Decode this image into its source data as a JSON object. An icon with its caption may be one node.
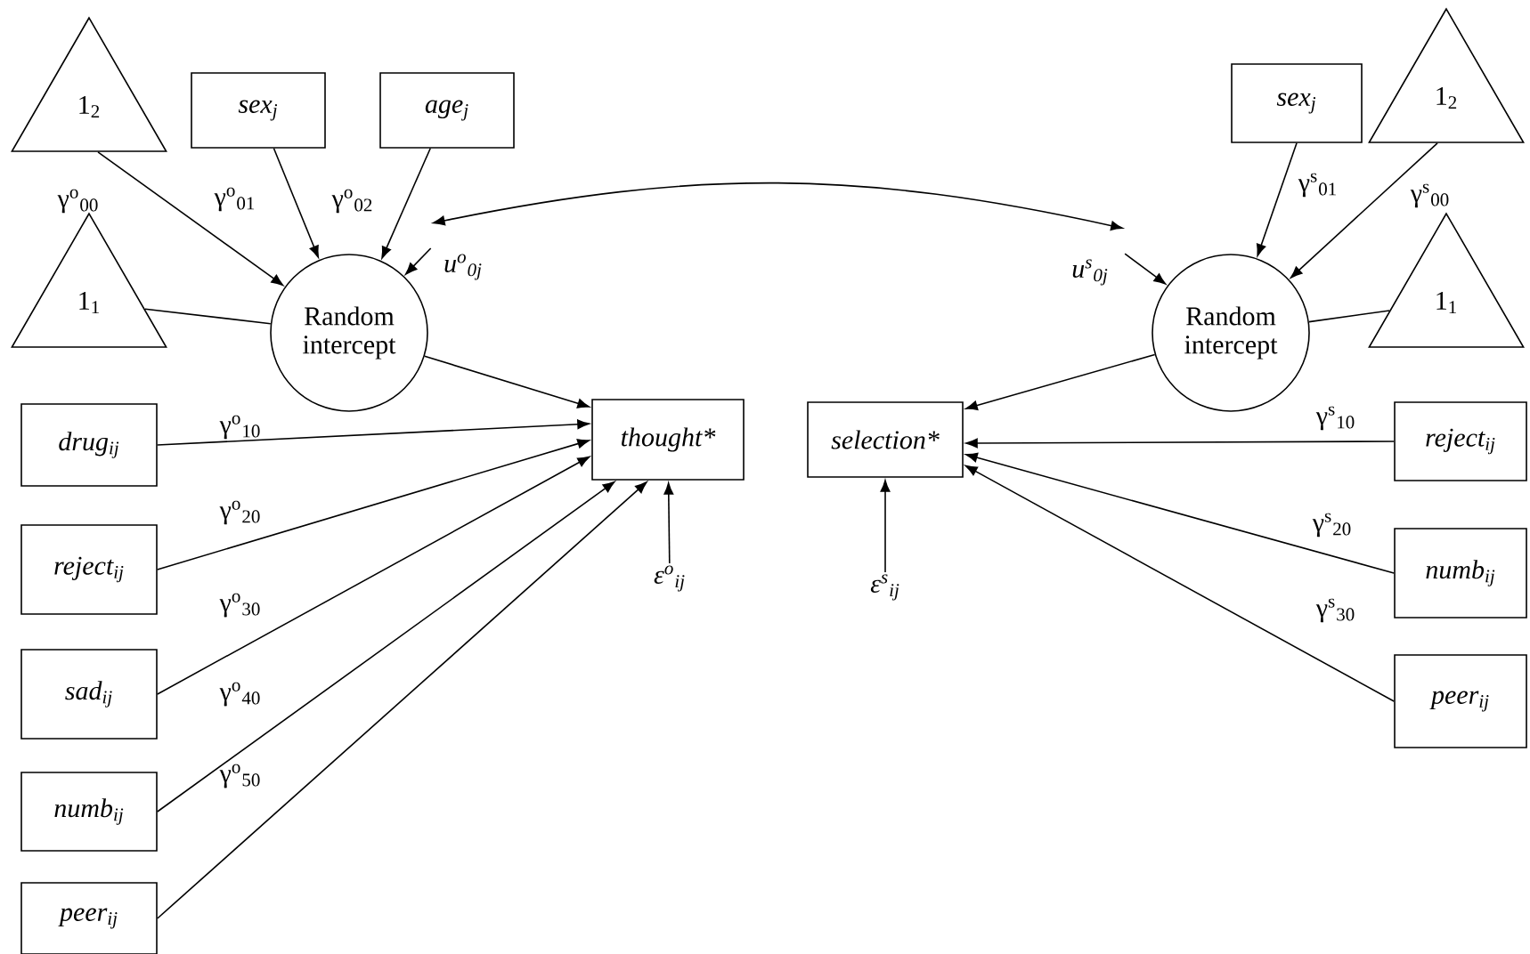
{
  "diagram": {
    "nodes": [
      {
        "text": [
          "1$_{2}$"
        ]
      },
      {
        "text": [
          "sex$_{j}$"
        ]
      },
      {
        "text": [
          "age$_{j}$"
        ]
      },
      {
        "text": [
          "1$_{1}$"
        ]
      },
      {
        "text": [
          "Random intercept"
        ]
      },
      {
        "text": [
          "u$^{o}$$_{0j}$"
        ]
      },
      {
        "text": [
          "thought*"
        ]
      },
      {
        "text": [
          "ε$^{o}$$_{ij}$"
        ]
      },
      {
        "text": [
          "drug$_{ij}$"
        ]
      },
      {
        "text": [
          "reject$_{ij}$"
        ]
      },
      {
        "text": [
          "sad$_{ij}$"
        ]
      },
      {
        "text": [
          "numb$_{ij}$"
        ]
      },
      {
        "text": [
          "peer$_{ij}$"
        ]
      },
      {
        "text": [
          "sex$_{j}$"
        ]
      },
      {
        "text": [
          "1$_{2}$"
        ]
      },
      {
        "text": [
          "1$_{1}$"
        ]
      },
      {
        "text": [
          "Random intercept"
        ]
      },
      {
        "text": [
          "u$^{s}$$_{0j}$"
        ]
      },
      {
        "text": [
          "selection*"
        ]
      },
      {
        "text": [
          "ε$^{s}$$_{ij}$"
        ]
      },
      {
        "text": [
          "reject$_{ij}$"
        ]
      },
      {
        "text": [
          "numb$_{ij}$"
        ]
      },
      {
        "text": [
          "peer$_{ij}$"
        ]
      }
    ],
    "edges": [
      {
        "from": 0,
        "to": 4,
        "arrow": "to",
        "label": "γ$^{o}$$_{00}$"
      },
      {
        "from": 1,
        "to": 4,
        "arrow": "to",
        "label": "γ$^{o}$$_{01}$"
      },
      {
        "from": 2,
        "to": 4,
        "arrow": "to",
        "label": "γ$^{o}$$_{02}$"
      },
      {
        "from": 3,
        "to": 4,
        "arrow": "none"
      },
      {
        "from": 5,
        "to": 4,
        "arrow": "to"
      },
      {
        "from": 4,
        "to": 6,
        "arrow": "to"
      },
      {
        "from": 8,
        "to": 6,
        "arrow": "to",
        "label": "γ$^{o}$$_{10}$"
      },
      {
        "from": 9,
        "to": 6,
        "arrow": "to",
        "label": "γ$^{o}$$_{20}$"
      },
      {
        "from": 10,
        "to": 6,
        "arrow": "to",
        "label": "γ$^{o}$$_{30}$"
      },
      {
        "from": 11,
        "to": 6,
        "arrow": "to",
        "label": "γ$^{o}$$_{40}$"
      },
      {
        "from": 12,
        "to": 6,
        "arrow": "to",
        "label": "γ$^{o}$$_{50}$"
      },
      {
        "from": 7,
        "to": 6,
        "arrow": "to"
      },
      {
        "from": 5,
        "to": 17,
        "arrow": "both"
      },
      {
        "from": 17,
        "to": 16,
        "arrow": "to"
      },
      {
        "from": 13,
        "to": 16,
        "arrow": "to",
        "label": "γ$^{s}$$_{01}$"
      },
      {
        "from": 14,
        "to": 16,
        "arrow": "to",
        "label": "γ$^{s}$$_{00}$"
      },
      {
        "from": 15,
        "to": 16,
        "arrow": "none"
      },
      {
        "from": 16,
        "to": 18,
        "arrow": "to"
      },
      {
        "from": 20,
        "to": 18,
        "arrow": "to",
        "label": "γ$^{s}$$_{10}$"
      },
      {
        "from": 21,
        "to": 18,
        "arrow": "to",
        "label": "γ$^{s}$$_{20}$"
      },
      {
        "from": 22,
        "to": 18,
        "arrow": "to",
        "label": "γ$^{s}$$_{30}$"
      },
      {
        "from": 19,
        "to": 18,
        "arrow": "to"
      }
    ]
  }
}
